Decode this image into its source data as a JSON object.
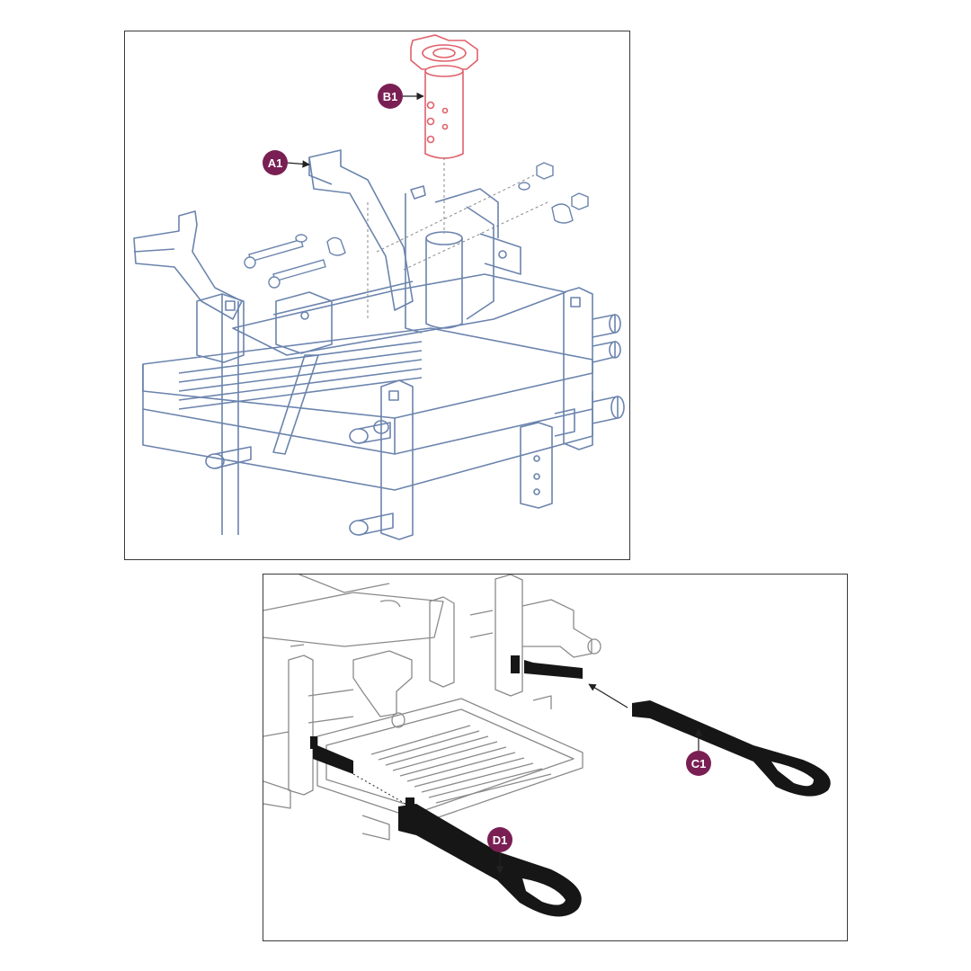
{
  "callouts": {
    "a1": "A1",
    "b1": "B1",
    "c1": "C1",
    "d1": "D1"
  },
  "colors": {
    "frame_line": "#6b84ad",
    "highlight_part": "#e0606a",
    "callout_fill": "#7a1f54",
    "strap": "#161616",
    "gray_line": "#8a8a8a",
    "panel_border": "#3a3a3a"
  },
  "icons": {
    "arrow": "arrowhead-marker"
  }
}
